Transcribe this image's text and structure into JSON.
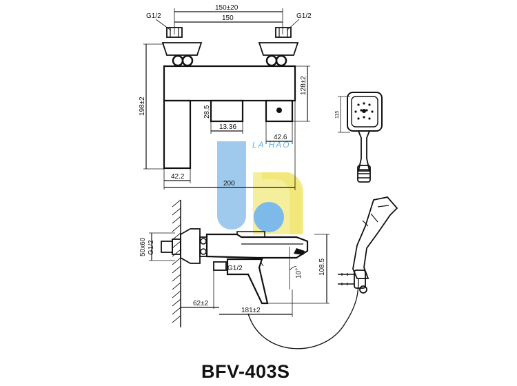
{
  "model": "BFV-403S",
  "watermark": "LA HAO",
  "dimensions": {
    "top_width_tol": "150±20",
    "top_width": "150",
    "thread_left": "G1/2",
    "thread_right": "G1/2",
    "height_total": "198±2",
    "height_right": "128±2",
    "small_height": "28.5",
    "spout_width": "13.36",
    "right_offset": "42.6",
    "base_left": "42.2",
    "base_width": "200",
    "head_size": "115",
    "side_pipe": "50x60",
    "side_thread": "G1/2",
    "bottom_thread": "G1/2",
    "wall_offset": "62±2",
    "reach": "181±2",
    "angle": "10°",
    "spout_height": "108.5"
  }
}
